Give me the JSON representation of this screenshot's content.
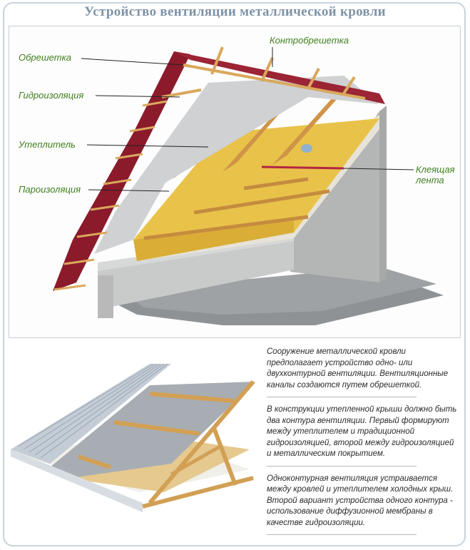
{
  "title": "Устройство вентиляции металлической кровли",
  "labels": {
    "obreshetka": "Обрешетка",
    "kontrobreshetka": "Контробрешетка",
    "gidroizolyaciya": "Гидроизоляция",
    "uteplitel": "Утеплитель",
    "paroizolyaciya": "Пароизоляция",
    "kleyashchaya_line1": "Клеящая",
    "kleyashchaya_line2": "лента"
  },
  "paragraphs": [
    "Сооружение металлической кровли предполагает устройство одно- или двухконтурной вентиляции. Вентиляционные каналы создаются путем обрешеткой.",
    "В конструкции утепленной крыши должно быть два контура вентиляции. Первый формируют между утеплителем и традиционной гидроизоляцией, второй между гидроизоляцией и металлическим покрытием.",
    "Одноконтурная вентиляция устраивается между кровлей и утеплителем холодных крыш. Второй вариант устройства одного контура - использование диффузионной мембраны в качестве гидроизоляции."
  ],
  "colors": {
    "title": "#7d93a8",
    "label_green": "#3f7f1c",
    "roof_red": "#8b1a2b",
    "insulation_yellow": "#e9c24a",
    "timber": "#d9a85c",
    "concrete": "#a9abaa",
    "membrane": "#d2d4d6"
  }
}
